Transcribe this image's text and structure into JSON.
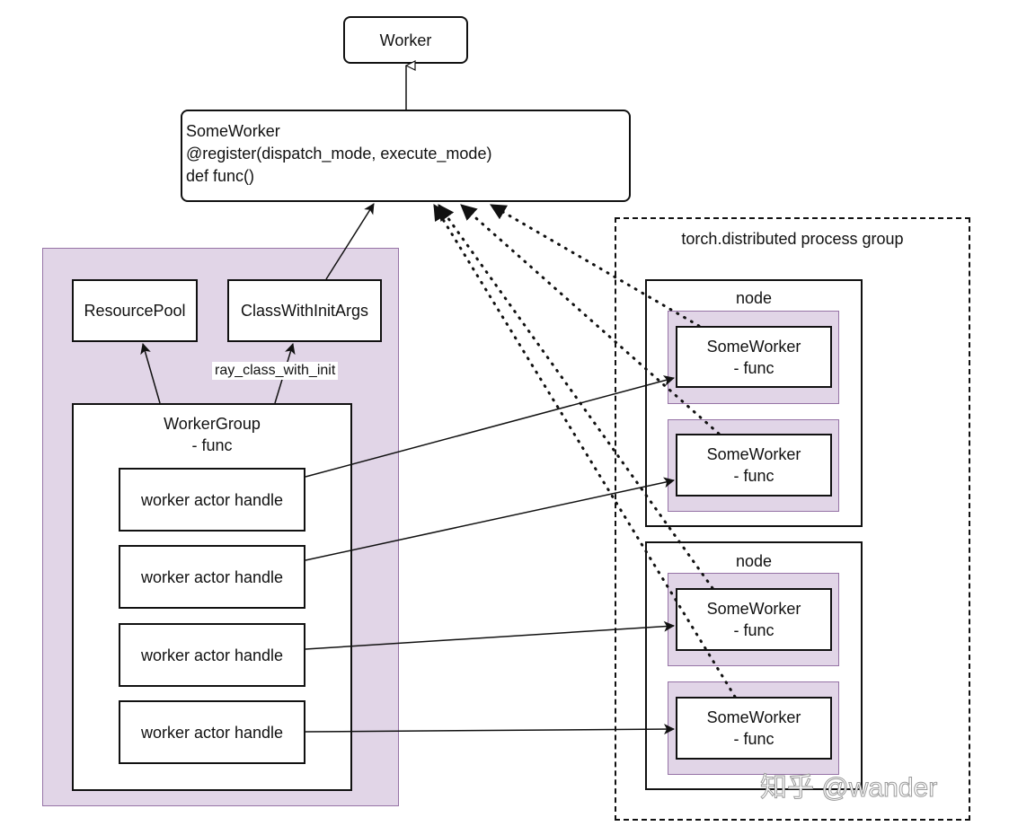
{
  "worker": {
    "label": "Worker"
  },
  "some_worker": {
    "lines": [
      "SomeWorker",
      "@register(dispatch_mode, execute_mode)",
      "def func()"
    ]
  },
  "left_group": {
    "resource_pool": "ResourcePool",
    "class_with_init": "ClassWithInitArgs",
    "edge_label": "ray_class_with_init",
    "worker_group": {
      "title": "WorkerGroup\n- func"
    },
    "handles": [
      "worker actor handle",
      "worker actor handle",
      "worker actor handle",
      "worker actor handle"
    ]
  },
  "process_group": {
    "title": "torch.distributed process group",
    "nodes": [
      {
        "label": "node",
        "workers": [
          "SomeWorker\n- func",
          "SomeWorker\n- func"
        ]
      },
      {
        "label": "node",
        "workers": [
          "SomeWorker\n- func",
          "SomeWorker\n- func"
        ]
      }
    ]
  },
  "watermark": "知乎 @wander",
  "colors": {
    "purple_fill": "#e1d5e7",
    "purple_border": "#9673a6",
    "line": "#111111"
  }
}
